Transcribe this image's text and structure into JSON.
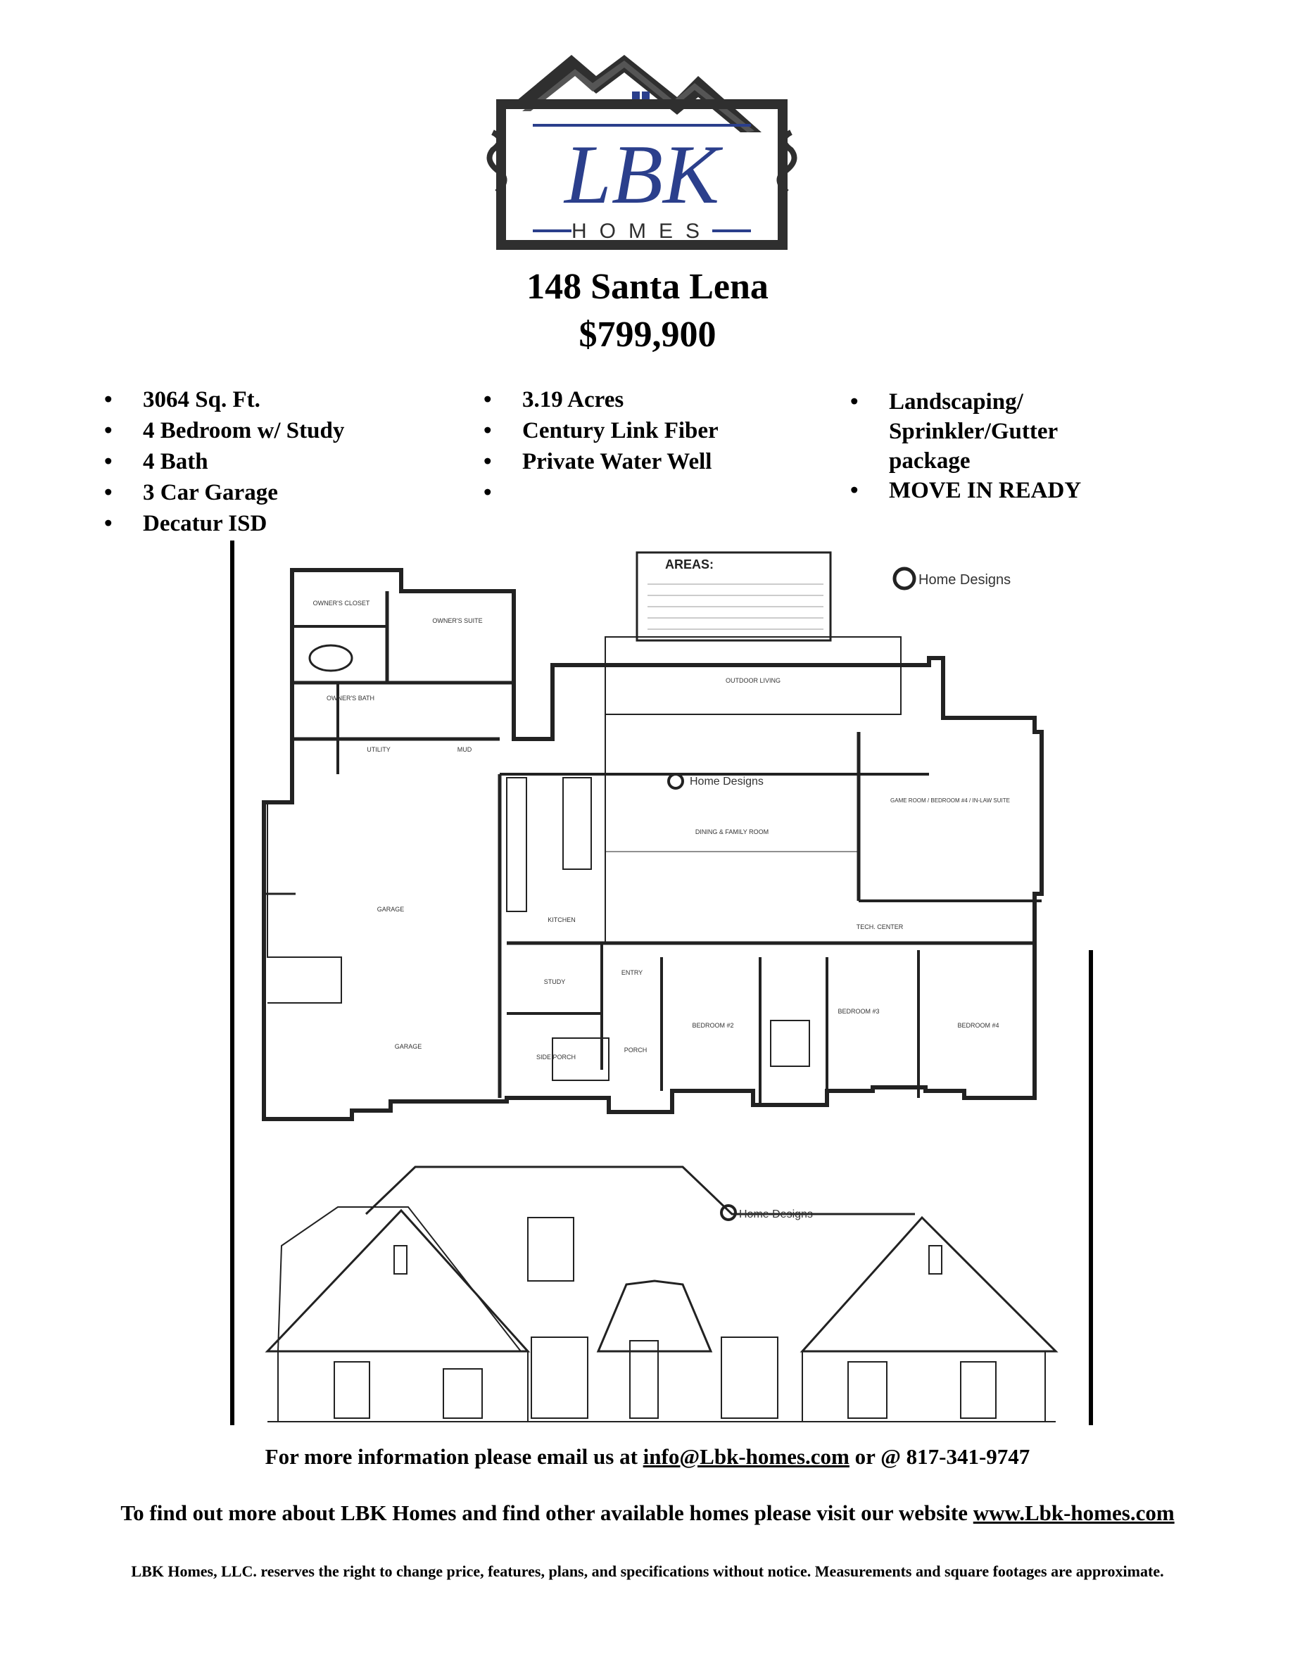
{
  "logo": {
    "name": "LBK",
    "tagline": "HOMES"
  },
  "listing": {
    "address": "148 Santa Lena",
    "price": "$799,900"
  },
  "features": {
    "col1": [
      "3064 Sq. Ft.",
      "4 Bedroom w/ Study",
      "4 Bath",
      "3 Car Garage",
      "Decatur ISD"
    ],
    "col2": [
      "3.19 Acres",
      "Century Link Fiber",
      "Private Water Well",
      ""
    ],
    "col3": [
      "Landscaping/ Sprinkler/Gutter package",
      "MOVE IN READY"
    ]
  },
  "floorplan": {
    "designer": "Home Designs",
    "areas_title": "AREAS:",
    "rooms": {
      "owners_closet": "OWNER'S CLOSET",
      "owners_suite": "OWNER'S SUITE",
      "owners_bath": "OWNER'S BATH",
      "utility": "UTILITY",
      "mud": "MUD",
      "outdoor_living": "OUTDOOR LIVING",
      "dining_family": "DINING & FAMILY ROOM",
      "game_room": "GAME ROOM / BEDROOM #4 / IN-LAW SUITE",
      "garage1": "GARAGE",
      "garage2": "GARAGE",
      "kitchen": "KITCHEN",
      "study": "STUDY",
      "entry": "ENTRY",
      "side_porch": "SIDE PORCH",
      "porch": "PORCH",
      "bedroom2": "BEDROOM #2",
      "bedroom3": "BEDROOM #3",
      "bedroom4": "BEDROOM #4",
      "tech_center": "TECH. CENTER"
    }
  },
  "footer": {
    "line1_prefix": "For more information please email us at ",
    "email": "info@Lbk-homes.com",
    "line1_suffix": " or @ 817-341-9747",
    "line2_prefix": "To find out more about LBK Homes and find other available homes please visit our website ",
    "website": "www.Lbk-homes.com",
    "disclaimer": "LBK Homes, LLC. reserves the right to change price, features, plans, and specifications without notice.  Measurements and square footages are approximate."
  },
  "colors": {
    "logo_dark": "#2f2f2f",
    "logo_blue": "#2b3f8c",
    "ink": "#000000"
  }
}
